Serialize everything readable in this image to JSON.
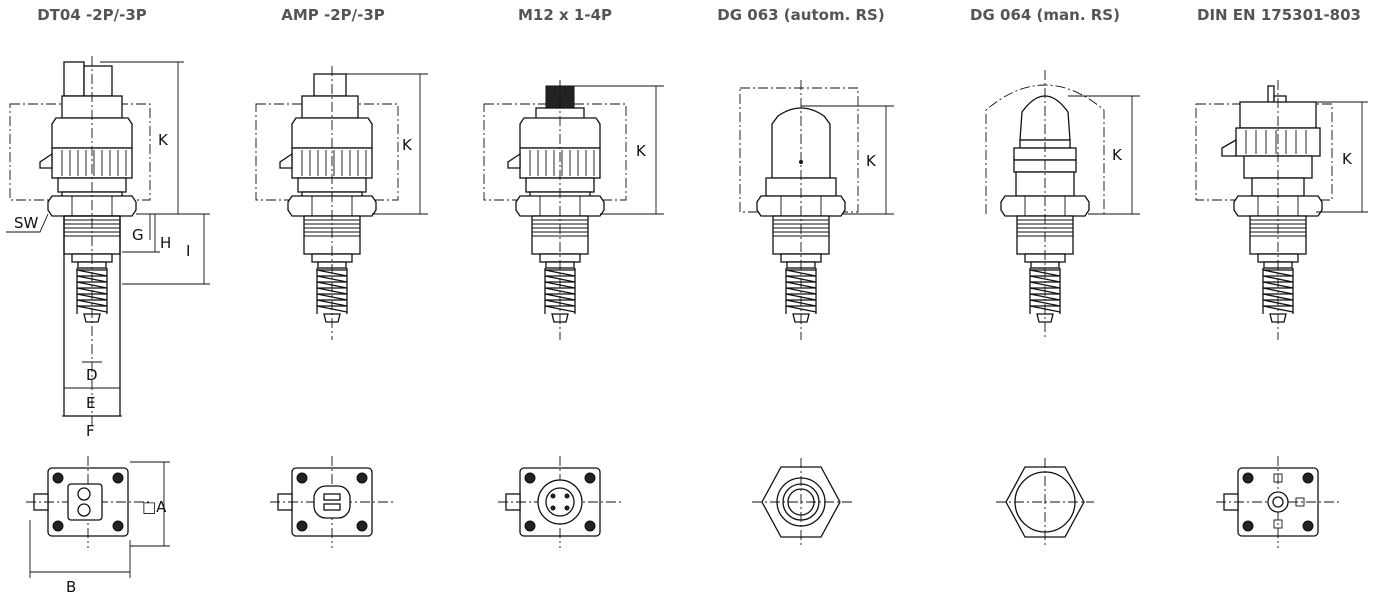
{
  "titles": [
    "DT04 -2P/-3P",
    "AMP -2P/-3P",
    "M12 x 1-4P",
    "DG 063 (autom. RS)",
    "DG 064 (man. RS)",
    "DIN EN 175301-803"
  ],
  "dims": {
    "K": "K",
    "SW": "SW",
    "G": "G",
    "H": "H",
    "I": "I",
    "D": "D",
    "E": "E",
    "F": "F",
    "A": "□A",
    "B": "B"
  }
}
